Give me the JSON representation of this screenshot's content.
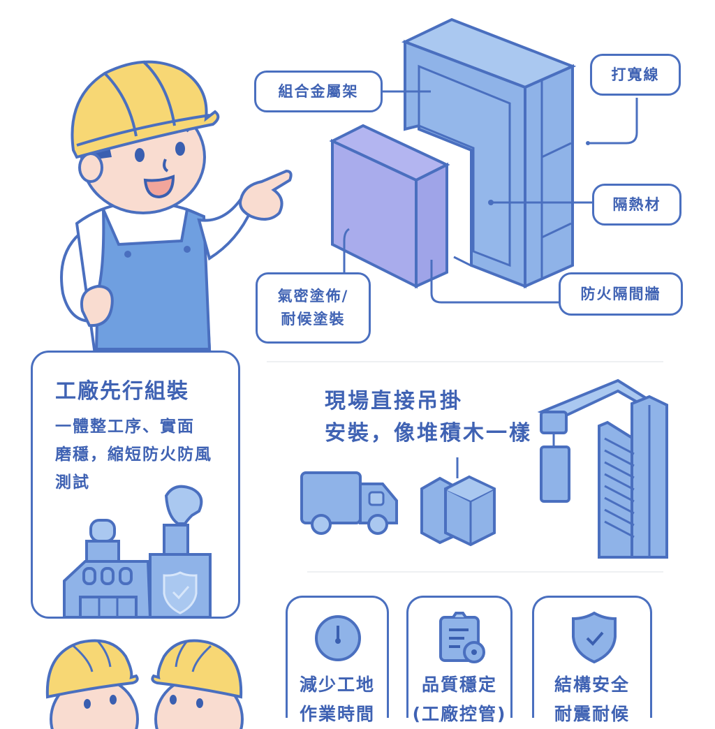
{
  "colors": {
    "outline": "#4a6fbf",
    "text": "#3f62b3",
    "panel_blue": "#8fb3e8",
    "panel_blue_light": "#aac8f0",
    "box_purple": "#a9acec",
    "helmet_yellow": "#f7d774",
    "skin": "#f9dcd0",
    "overalls": "#6f9fe0"
  },
  "top_diagram": {
    "labels": {
      "composite_frame": "組合金屬架",
      "top_right": "打寬線",
      "material": "隔熱材",
      "insulation_panel_line1": "氣密塗佈/",
      "insulation_panel_line2": "耐候塗裝",
      "fireproof": "防火隔間牆"
    }
  },
  "factory_card": {
    "title": "工廠先行組裝",
    "body_line1": "一體整工序、實面",
    "body_line2": "磨穩，縮短防火防風",
    "body_line3": "測試"
  },
  "onsite_section": {
    "title_line1": "現場直接吊掛",
    "title_line2": "安裝，像堆積木一樣"
  },
  "benefits": [
    {
      "icon": "clock-icon",
      "line1": "減少工地",
      "line2": "作業時間"
    },
    {
      "icon": "clipboard-icon",
      "line1": "品質穩定",
      "line2": "(工廠控管)"
    },
    {
      "icon": "shield-check-icon",
      "line1": "結構安全",
      "line2": "耐震耐候"
    }
  ]
}
